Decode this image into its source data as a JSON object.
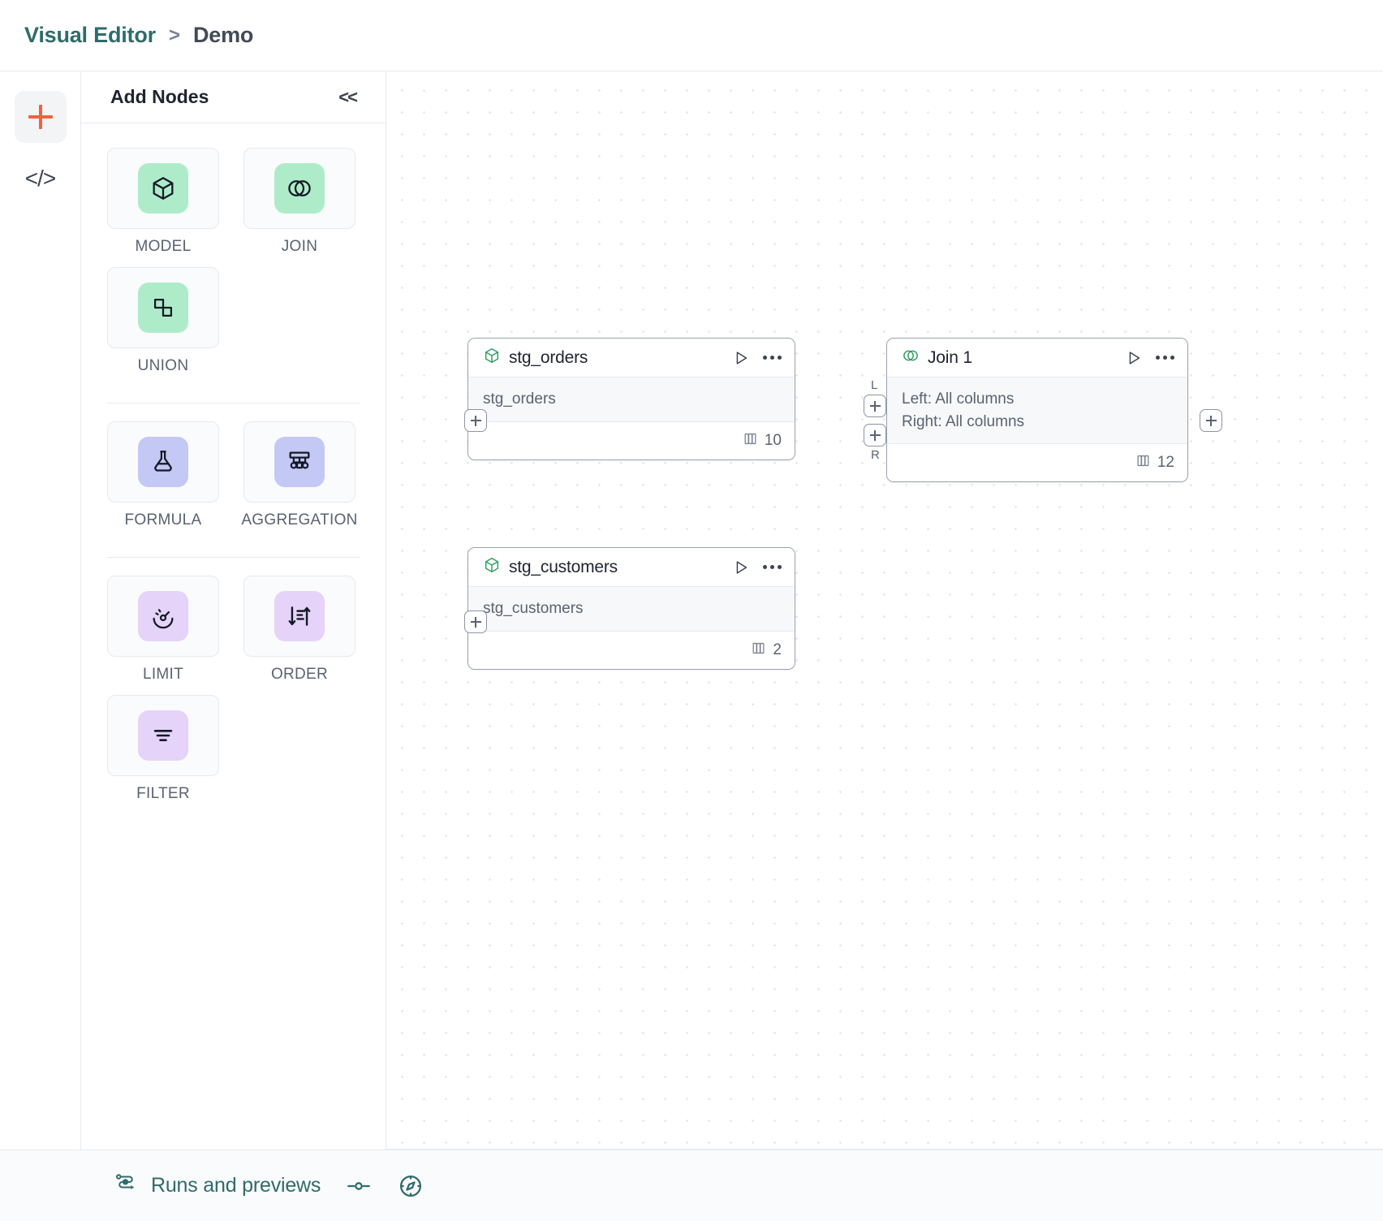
{
  "header": {
    "breadcrumb_root": "Visual Editor",
    "breadcrumb_separator": ">",
    "breadcrumb_current": "Demo"
  },
  "rail": {
    "items": [
      {
        "icon": "plus-icon",
        "name": "add-node-rail-button",
        "active": true
      },
      {
        "icon": "code-icon",
        "name": "code-rail-button",
        "glyph": "</>",
        "active": false
      }
    ]
  },
  "panel": {
    "title": "Add Nodes",
    "collapse_glyph": "<<",
    "groups": [
      {
        "items": [
          {
            "label": "MODEL",
            "icon": "cube-icon",
            "chip": "chip-green"
          },
          {
            "label": "JOIN",
            "icon": "venn-icon",
            "chip": "chip-green"
          },
          {
            "label": "UNION",
            "icon": "union-icon",
            "chip": "chip-green"
          }
        ]
      },
      {
        "items": [
          {
            "label": "FORMULA",
            "icon": "flask-icon",
            "chip": "chip-blue"
          },
          {
            "label": "AGGREGATION",
            "icon": "hierarchy-icon",
            "chip": "chip-blue"
          }
        ]
      },
      {
        "items": [
          {
            "label": "LIMIT",
            "icon": "gauge-icon",
            "chip": "chip-purple"
          },
          {
            "label": "ORDER",
            "icon": "sort-icon",
            "chip": "chip-purple"
          },
          {
            "label": "FILTER",
            "icon": "filter-icon",
            "chip": "chip-purple"
          }
        ]
      }
    ]
  },
  "canvas": {
    "nodes": [
      {
        "id": "stg_orders",
        "title": "stg_orders",
        "icon": "cube-icon",
        "body_lines": [
          "stg_orders"
        ],
        "column_count": "10",
        "columns_icon": "columns-icon",
        "run_icon": "play-icon",
        "menu_icon": "more-icon"
      },
      {
        "id": "join_1",
        "title": "Join 1",
        "icon": "venn-icon",
        "body_lines": [
          "Left: All columns",
          "Right: All columns"
        ],
        "column_count": "12",
        "columns_icon": "columns-icon",
        "run_icon": "play-icon",
        "menu_icon": "more-icon"
      },
      {
        "id": "stg_customers",
        "title": "stg_customers",
        "icon": "cube-icon",
        "body_lines": [
          "stg_customers"
        ],
        "column_count": "2",
        "columns_icon": "columns-icon",
        "run_icon": "play-icon",
        "menu_icon": "more-icon"
      }
    ],
    "port_labels": {
      "left": "L",
      "right": "R"
    }
  },
  "bottombar": {
    "runs_label": "Runs and previews",
    "runs_icon": "flow-icon",
    "slider_icon": "slider-icon",
    "compass_icon": "compass-icon"
  }
}
